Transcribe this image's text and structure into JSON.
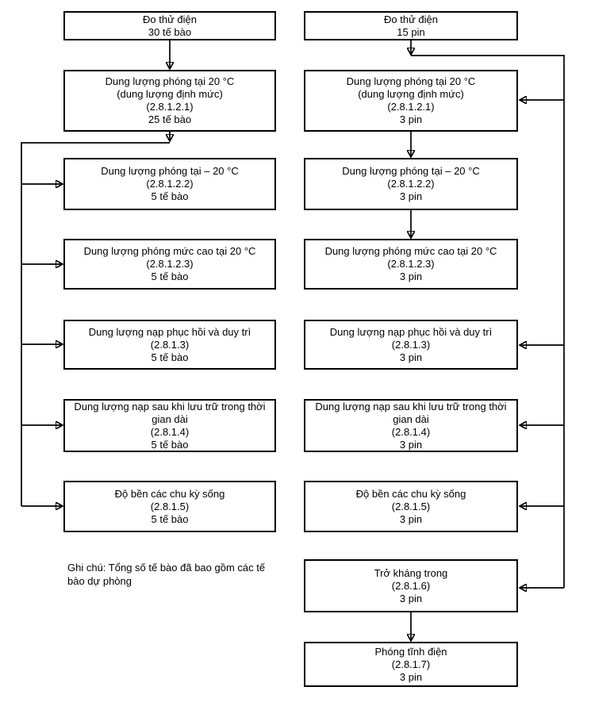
{
  "colors": {
    "background": "#ffffff",
    "box_border": "#000000",
    "text": "#000000",
    "connector": "#000000",
    "connector_accent": "#4f81bd"
  },
  "left": {
    "note": "Ghi chú: Tổng số tế bào đã bao gồm các tế bào dự phòng",
    "boxes": [
      {
        "lines": [
          "Đo thử điện",
          "30 tế bào"
        ]
      },
      {
        "lines": [
          "Dung lượng phóng tại 20 °C",
          "(dung lượng định mức)",
          "(2.8.1.2.1)",
          "25 tế bào"
        ]
      },
      {
        "lines": [
          "Dung lượng phóng tại – 20 °C",
          "(2.8.1.2.2)",
          "5 tế bào"
        ]
      },
      {
        "lines": [
          "Dung lượng phóng mức cao tại 20 °C",
          "(2.8.1.2.3)",
          "5 tế bào"
        ]
      },
      {
        "lines": [
          "Dung lượng nạp phục hồi và duy trì",
          "(2.8.1.3)",
          "5 tế bào"
        ]
      },
      {
        "lines": [
          "Dung lượng nạp sau khi lưu trữ trong thời gian dài",
          "(2.8.1.4)",
          "5 tế bào"
        ]
      },
      {
        "lines": [
          "Độ bền các chu kỳ sống",
          "(2.8.1.5)",
          "5 tế bào"
        ]
      }
    ]
  },
  "right": {
    "boxes": [
      {
        "lines": [
          "Đo thử điện",
          "15 pin"
        ]
      },
      {
        "lines": [
          "Dung lượng phóng tại 20 °C",
          "(dung lượng định mức)",
          "(2.8.1.2.1)",
          "3 pin"
        ]
      },
      {
        "lines": [
          "Dung lượng phóng tại – 20 °C",
          "(2.8.1.2.2)",
          "3 pin"
        ]
      },
      {
        "lines": [
          "Dung lượng phóng mức cao tại 20 °C",
          "(2.8.1.2.3)",
          "3 pin"
        ]
      },
      {
        "lines": [
          "Dung lượng nạp phục hồi và duy trì",
          "(2.8.1.3)",
          "3 pin"
        ]
      },
      {
        "lines": [
          "Dung lượng nạp sau khi lưu trữ trong thời gian dài",
          "(2.8.1.4)",
          "3 pin"
        ]
      },
      {
        "lines": [
          "Độ bền các chu kỳ sống",
          "(2.8.1.5)",
          "3 pin"
        ]
      },
      {
        "lines": [
          "Trở kháng trong",
          "(2.8.1.6)",
          "3 pin"
        ]
      },
      {
        "lines": [
          "Phóng tĩnh điện",
          "(2.8.1.7)",
          "3 pin"
        ]
      }
    ]
  }
}
